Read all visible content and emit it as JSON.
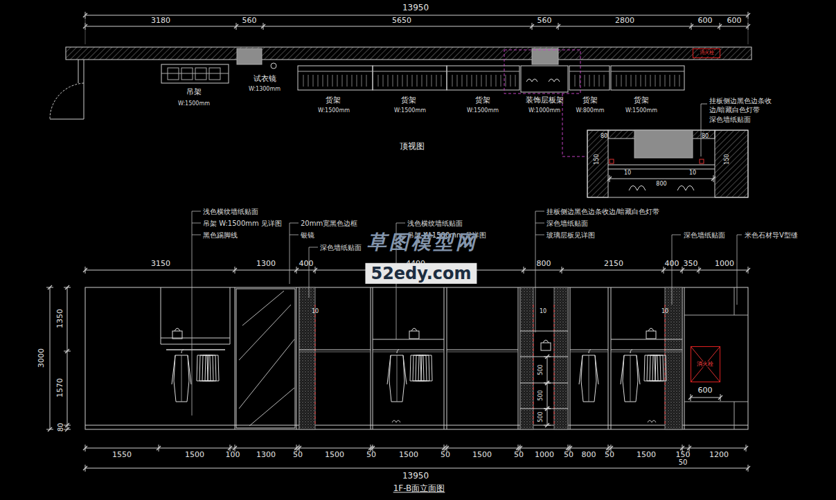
{
  "diagram": {
    "title": "1F-B面立面图",
    "nodes": [
      {
        "text": [
          "消火栓"
        ]
      },
      {
        "text": [
          "消火栓"
        ]
      }
    ],
    "labels": [
      "13950",
      "3180",
      "560",
      "5650",
      "560",
      "2800",
      "600",
      "600",
      "吊架",
      "W:1500mm",
      "试衣镜",
      "W:1300mm",
      "货架",
      "W:1500mm",
      "货架",
      "W:1500mm",
      "货架",
      "W:1500mm",
      "装饰层板架",
      "W:1000mm",
      "货架",
      "W:800mm",
      "货架",
      "W:1500mm",
      "挂板侧边黑色边条收",
      "边/暗藏白色灯带",
      "深色墙纸贴面",
      "80",
      "80",
      "150",
      "150",
      "10",
      "10",
      "800",
      "顶视图",
      "浅色横纹墙纸贴面",
      "吊架 W:1500mm 见详图",
      "黑色踢脚线",
      "20mm宽黑色边框",
      "银镜",
      "深色墙纸贴面",
      "浅色横纹墙纸贴面",
      "吊架 W:1500mm 见详图",
      "挂板侧边黑色边条收边/暗藏白色灯带",
      "深色墙纸贴面",
      "玻璃层板见详图",
      "深色墙纸贴面",
      "米色石材导V型缝",
      "草图模型网",
      "52edy.com",
      "3150",
      "1300",
      "400",
      "4400",
      "800",
      "2150",
      "400",
      "350",
      "1000",
      "3000",
      "1350",
      "1570",
      "80",
      "10",
      "10",
      "10",
      "500",
      "500",
      "500",
      "600",
      "1550",
      "1500",
      "100",
      "1300",
      "50",
      "1500",
      "50",
      "1500",
      "50",
      "1500",
      "50",
      "1000",
      "50",
      "800",
      "50",
      "1500",
      "150",
      "1200",
      "13950",
      "50"
    ]
  }
}
